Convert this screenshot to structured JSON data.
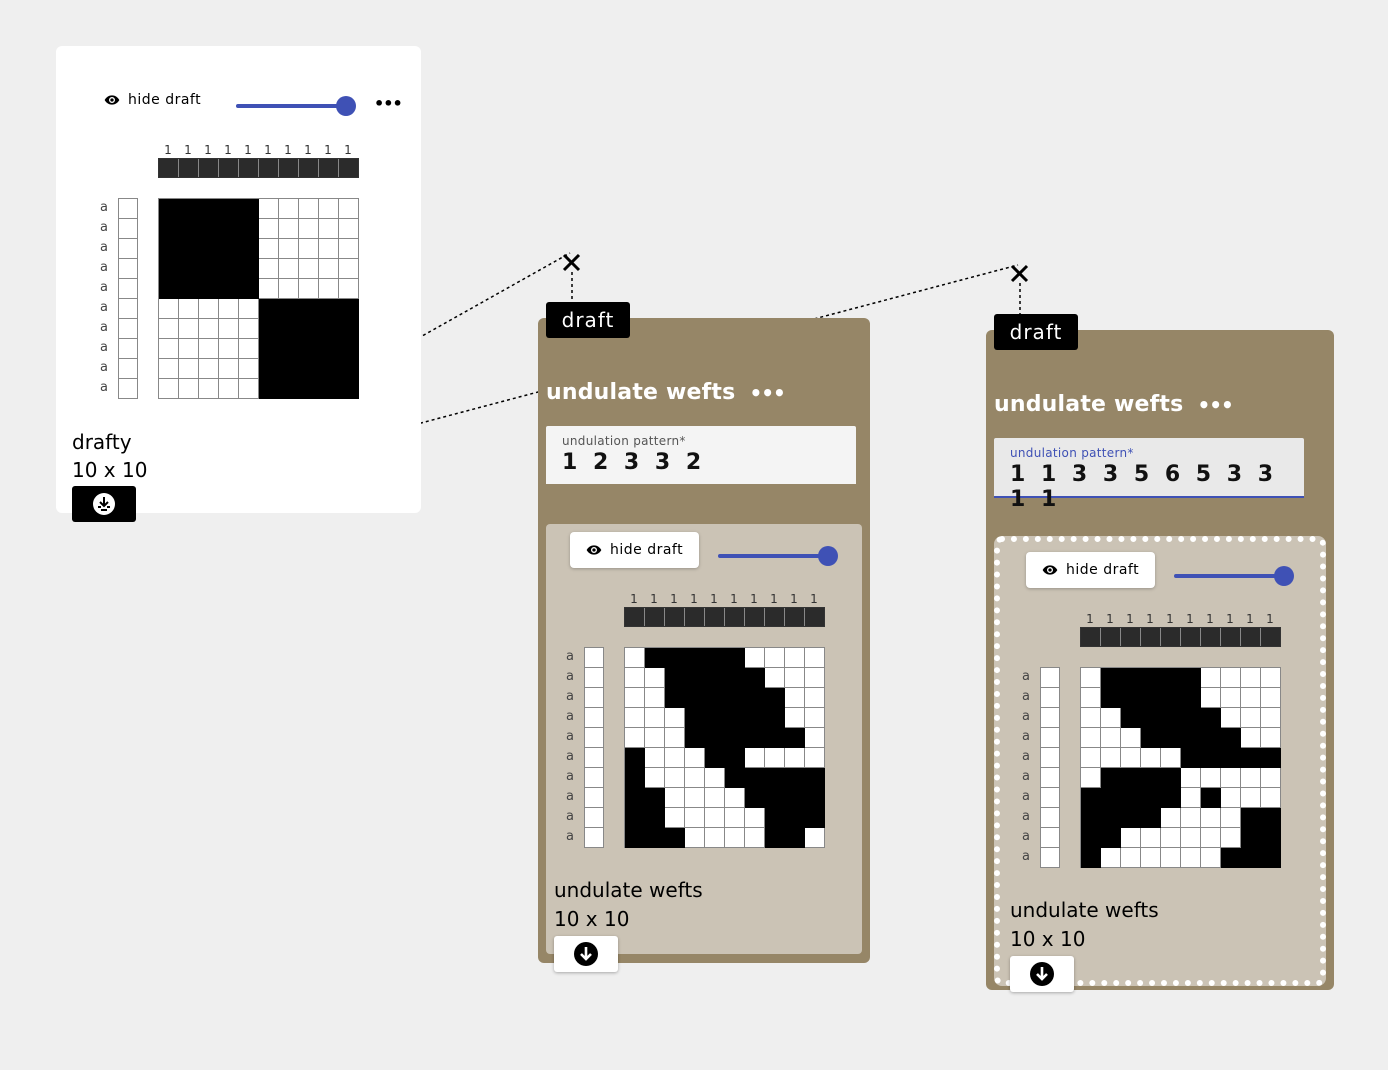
{
  "source_draft": {
    "hide_label": "hide draft",
    "slider_value": 1.0,
    "more_icon": "more-horiz-icon",
    "warp_ticks": [
      "1",
      "1",
      "1",
      "1",
      "1",
      "1",
      "1",
      "1",
      "1",
      "1"
    ],
    "weft_labels": [
      "a",
      "a",
      "a",
      "a",
      "a",
      "a",
      "a",
      "a",
      "a",
      "a"
    ],
    "name": "drafty",
    "size": "10 x 10",
    "output_icon": "connect-output-icon",
    "grid": [
      "1111100000",
      "1111100000",
      "1111100000",
      "1111100000",
      "1111100000",
      "0000011111",
      "0000011111",
      "0000011111",
      "0000011111",
      "0000011111"
    ]
  },
  "operations": [
    {
      "tag": "draft",
      "title": "undulate wefts",
      "field_label": "undulation pattern*",
      "field_value": "1 2 3 3 2",
      "hide_label": "hide draft",
      "warp_ticks": [
        "1",
        "1",
        "1",
        "1",
        "1",
        "1",
        "1",
        "1",
        "1",
        "1"
      ],
      "weft_labels": [
        "a",
        "a",
        "a",
        "a",
        "a",
        "a",
        "a",
        "a",
        "a",
        "a"
      ],
      "name": "undulate wefts",
      "size": "10 x 10",
      "download_icon": "download-icon",
      "grid": [
        "0111110000",
        "0011111000",
        "0011111100",
        "0001111100",
        "0001111110",
        "1000110000",
        "1000011111",
        "1100001111",
        "1100000111",
        "1110000110"
      ]
    },
    {
      "tag": "draft",
      "title": "undulate wefts",
      "field_label": "undulation pattern*",
      "field_value": "1 1 3 3 5 6 5 3 3 1 1",
      "hide_label": "hide draft",
      "warp_ticks": [
        "1",
        "1",
        "1",
        "1",
        "1",
        "1",
        "1",
        "1",
        "1",
        "1"
      ],
      "weft_labels": [
        "a",
        "a",
        "a",
        "a",
        "a",
        "a",
        "a",
        "a",
        "a",
        "a"
      ],
      "name": "undulate wefts",
      "size": "10 x 10",
      "download_icon": "download-icon",
      "grid": [
        "0111110000",
        "0111110000",
        "0011111000",
        "0001111100",
        "0000011111",
        "0111100000",
        "1111101000",
        "1111000011",
        "1100000011",
        "1000000111"
      ]
    }
  ],
  "colors": {
    "accent": "#3f51b5",
    "op_card": "#968667",
    "op_inner": "#cbc3b5",
    "canvas": "#efefef"
  }
}
